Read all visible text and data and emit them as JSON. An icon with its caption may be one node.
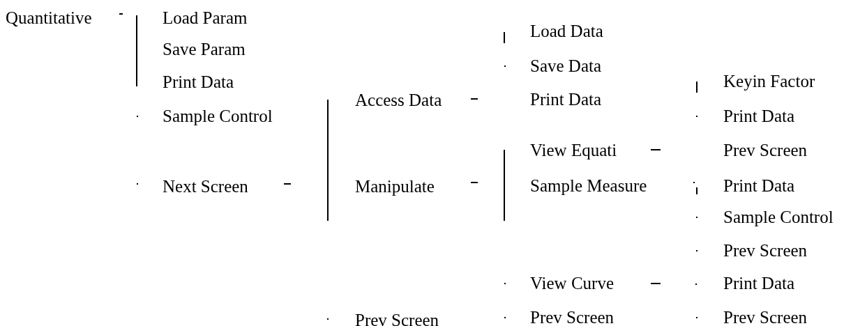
{
  "diagram": {
    "labels": [
      "Quantitative",
      "Load Param",
      "Save Param",
      "Print Data",
      "Sample Control",
      "Next Screen",
      "Access Data",
      "Manipulate",
      "Prev Screen",
      "Load Data",
      "Save Data",
      "Print Data",
      "View Equati",
      "Sample Measure",
      "View Curve",
      "Prev Screen",
      "Keyin Factor",
      "Print Data",
      "Prev Screen",
      "Print Data",
      "Sample Control",
      "Prev Screen",
      "Print Data",
      "Prev Screen"
    ]
  }
}
